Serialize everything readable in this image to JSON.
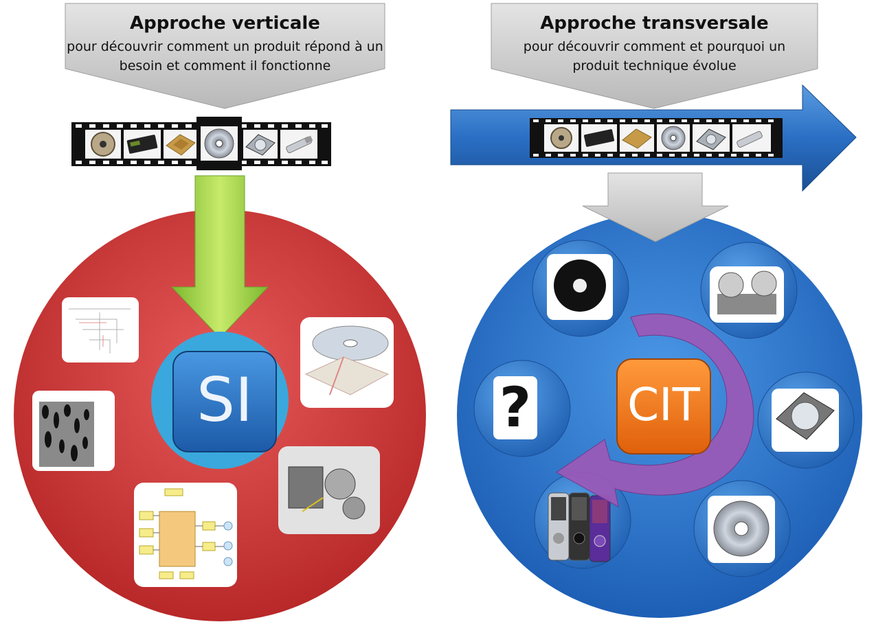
{
  "left_panel": {
    "title": "Approche verticale",
    "subtitle_line1": "pour découvrir comment un produit répond à un",
    "subtitle_line2": "besoin et comment il fonctionne",
    "hub_label": "SI",
    "colors": {
      "circle": "#d94040",
      "arrow": "#8cc63f",
      "hub": "#2a78c8",
      "hub_ring": "#39a9dc"
    }
  },
  "right_panel": {
    "title": "Approche transversale",
    "subtitle_line1": "pour découvrir comment et  pourquoi un",
    "subtitle_line2": "produit technique évolue",
    "hub_label": "CIT",
    "question_mark": "?",
    "colors": {
      "circle": "#2f7fd8",
      "arrow": "#2b6fc4",
      "hub": "#f07818",
      "cycle": "#9b59b6"
    }
  },
  "filmstrip_icons": [
    "tape-reel-icon",
    "memory-card-icon",
    "processor-chip-icon",
    "cd-disc-icon",
    "hard-drive-icon",
    "usb-stick-icon"
  ]
}
